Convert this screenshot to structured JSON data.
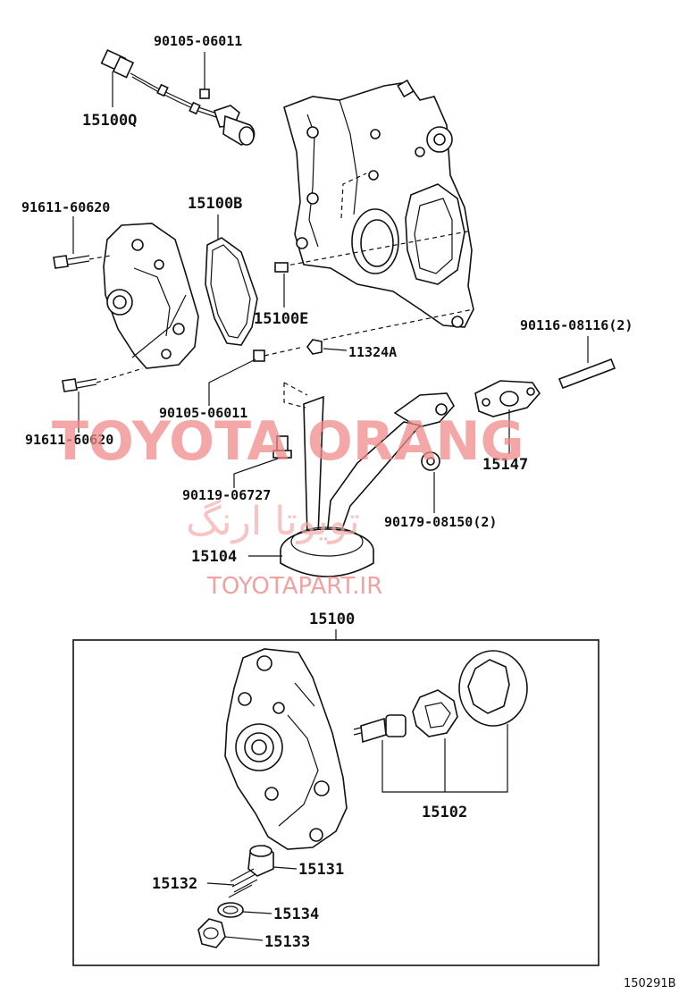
{
  "labels": {
    "sensor_bolt": "90105-06011",
    "crank_sensor": "15100Q",
    "bolt_upper": "91611-60620",
    "gasket_b": "15100B",
    "pin_e": "15100E",
    "plug_11324a": "11324A",
    "bolt_mid": "90105-06011",
    "bolt_lower": "91611-60620",
    "stud": "90116-08116(2)",
    "gasket_15147": "15147",
    "bolt_strainer": "90119-06727",
    "nut": "90179-08150(2)",
    "strainer": "15104",
    "assembly": "15100",
    "rotor_set": "15102",
    "valve_15131": "15131",
    "plug_15132": "15132",
    "gasket_15134": "15134",
    "plug_15133": "15133"
  },
  "watermark": {
    "main": "TOYOTA ORANG",
    "farsi": "تویوتا ارنگ",
    "url": "TOYOTAPART.IR"
  },
  "diagram_code": "150291B"
}
